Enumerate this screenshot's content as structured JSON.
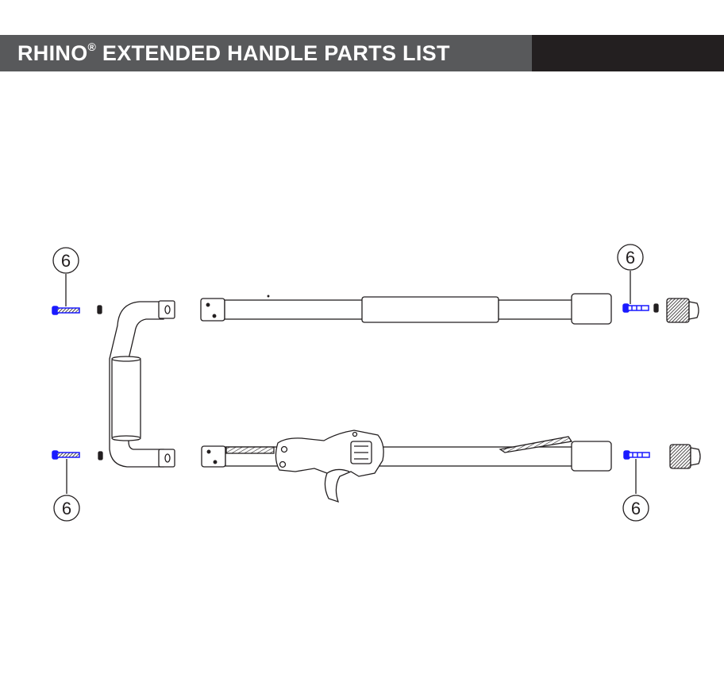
{
  "header": {
    "brand": "RHINO",
    "reg_mark": "®",
    "title_rest": " EXTENDED HANDLE PARTS LIST",
    "colors": {
      "left": "#58595b",
      "right": "#231f20",
      "text": "#ffffff"
    }
  },
  "diagram": {
    "line_color": "#231f20",
    "screw_color": "#1a1aff",
    "callouts": [
      {
        "id": "top-left",
        "label": "6"
      },
      {
        "id": "top-right",
        "label": "6"
      },
      {
        "id": "bottom-left",
        "label": "6"
      },
      {
        "id": "bottom-right",
        "label": "6"
      }
    ]
  }
}
